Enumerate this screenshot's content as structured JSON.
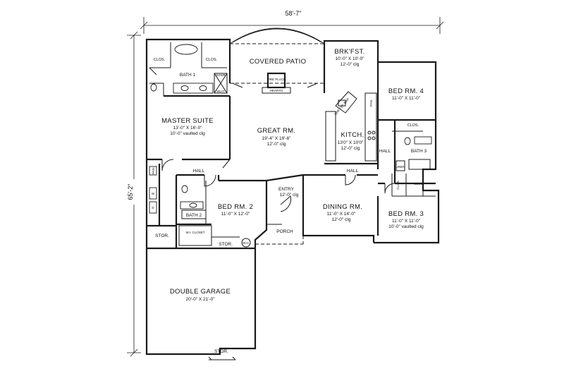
{
  "dimensions": {
    "width": "58'-7\"",
    "depth": "65'-2\""
  },
  "rooms": {
    "covered_patio": {
      "name": "COVERED PATIO"
    },
    "fireplace": {
      "name": "FIRE PLACE",
      "hearth": "HEARTH"
    },
    "brkfst": {
      "name": "BRK'FST.",
      "size": "10'-0\" X 10'-0\"",
      "ceiling": "12'-0\" clg"
    },
    "bath1": {
      "name": "BATH 1",
      "clos_left": "CLOS.",
      "clos_right": "CLOS.",
      "shower": "SHWR",
      "seat": "SEAT"
    },
    "master": {
      "name": "MASTER SUITE",
      "size": "13'-0\" X 16'-0\"",
      "ceiling": "10'-0\" vaulted clg"
    },
    "great": {
      "name": "GREAT RM.",
      "size": "19'-4\" X 19'-6\"",
      "ceiling": "12'-0\" clg"
    },
    "kitchen": {
      "name": "KITCH.",
      "size": "13'0\" X 10'0\"",
      "ceiling": "12'-0\" clg",
      "bar": "BRK'FST. BAR",
      "pantry": "PAN."
    },
    "bed4": {
      "name": "BED RM. 4",
      "size": "11'-0\" X 11'-0\"",
      "clos": "CLOS."
    },
    "bath3": {
      "name": "BATH 3",
      "linen": "LINEN",
      "clos_left": "CLOS.",
      "clos_right": "CLOS."
    },
    "hall_left": {
      "name": "HALL"
    },
    "hall_center": {
      "name": "HALL"
    },
    "hall_right": {
      "name": "HALL"
    },
    "entry": {
      "name": "ENTRY",
      "ceiling": "12'-0\" clg"
    },
    "bed2": {
      "name": "BED RM. 2",
      "size": "11'-0\" X 12'-0\""
    },
    "bath2": {
      "name": "BATH 2"
    },
    "wi_closet": {
      "name": "W.I. CLOSET"
    },
    "dining": {
      "name": "DINING RM.",
      "size": "11'-0\" X 14'-0\"",
      "ceiling": "12'-0\" clg"
    },
    "bed3": {
      "name": "BED RM. 3",
      "size": "11'-0\" X 11'-0\"",
      "ceiling": "10'-0\" vaulted clg"
    },
    "porch": {
      "name": "PORCH"
    },
    "stor_left": {
      "name": "STOR."
    },
    "stor_mid": {
      "name": "STOR."
    },
    "stor_bottom": {
      "name": "STOR."
    },
    "wh": {
      "name": "W.H."
    },
    "laundry": {
      "pantry": "PAN.",
      "washer": "W",
      "dryer": "D"
    },
    "garage": {
      "name": "DOUBLE GARAGE",
      "size": "20'-0\" X 21'-0\""
    }
  }
}
